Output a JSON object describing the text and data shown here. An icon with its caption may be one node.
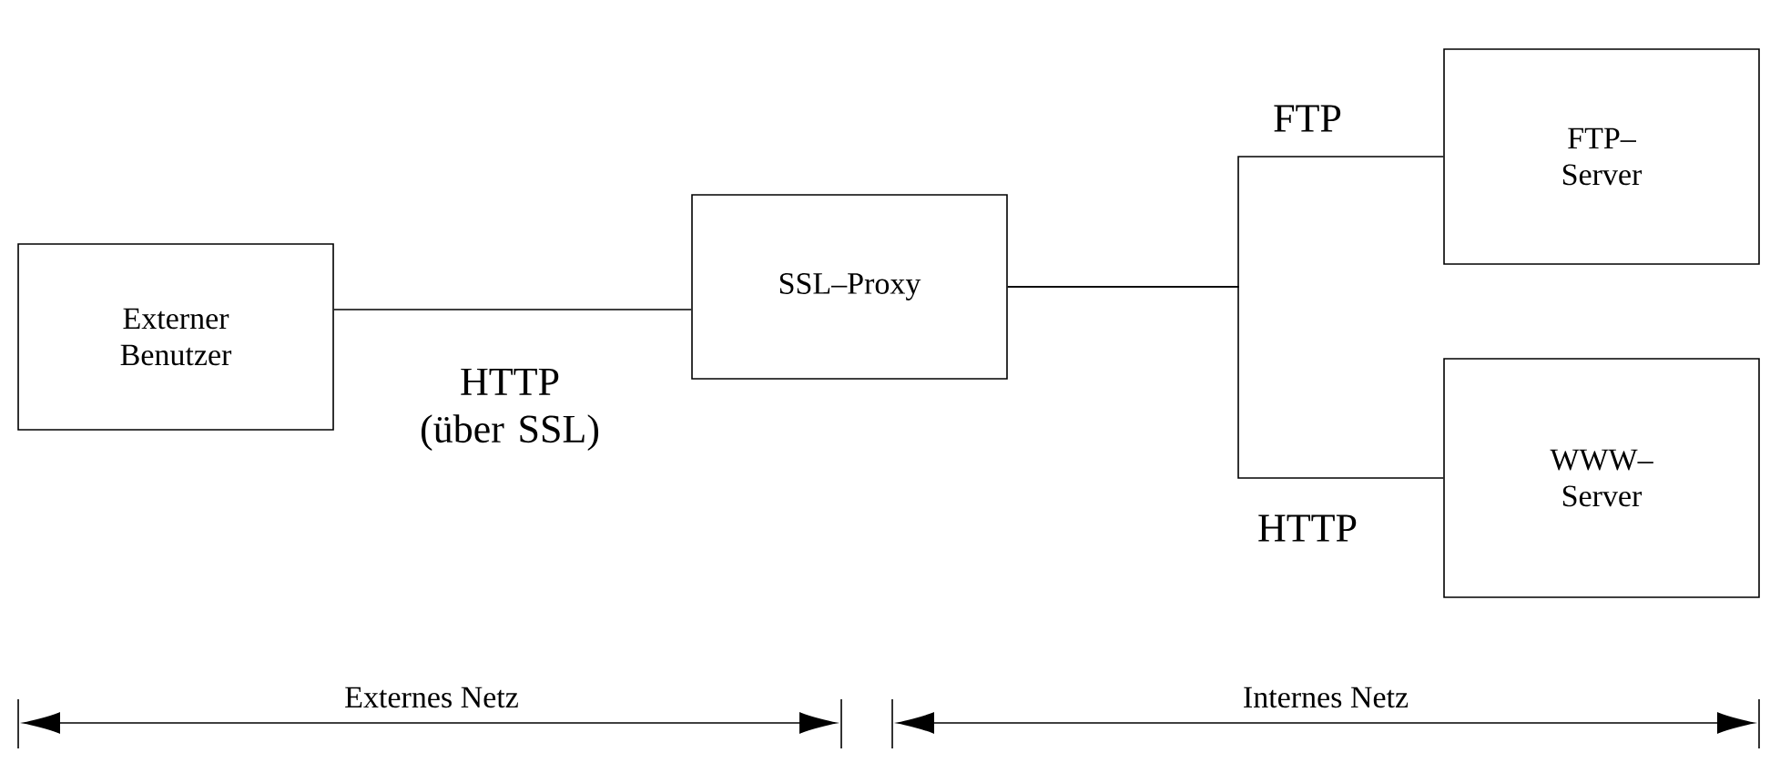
{
  "diagram": {
    "nodes": [
      {
        "text": [
          "Externer Benutzer"
        ]
      },
      {
        "text": [
          "SSL–Proxy"
        ]
      },
      {
        "text": [
          "FTP–Server"
        ]
      },
      {
        "text": [
          "WWW–Server"
        ]
      }
    ],
    "edges": [
      {
        "from": 0,
        "to": 1,
        "arrow": "none",
        "label": "HTTP (über SSL)"
      },
      {
        "from": 1,
        "to": 2,
        "arrow": "none",
        "label": "FTP"
      },
      {
        "from": 1,
        "to": 3,
        "arrow": "none",
        "label": "HTTP"
      }
    ],
    "labels": [
      "Externes Netz",
      "Internes Netz"
    ]
  }
}
